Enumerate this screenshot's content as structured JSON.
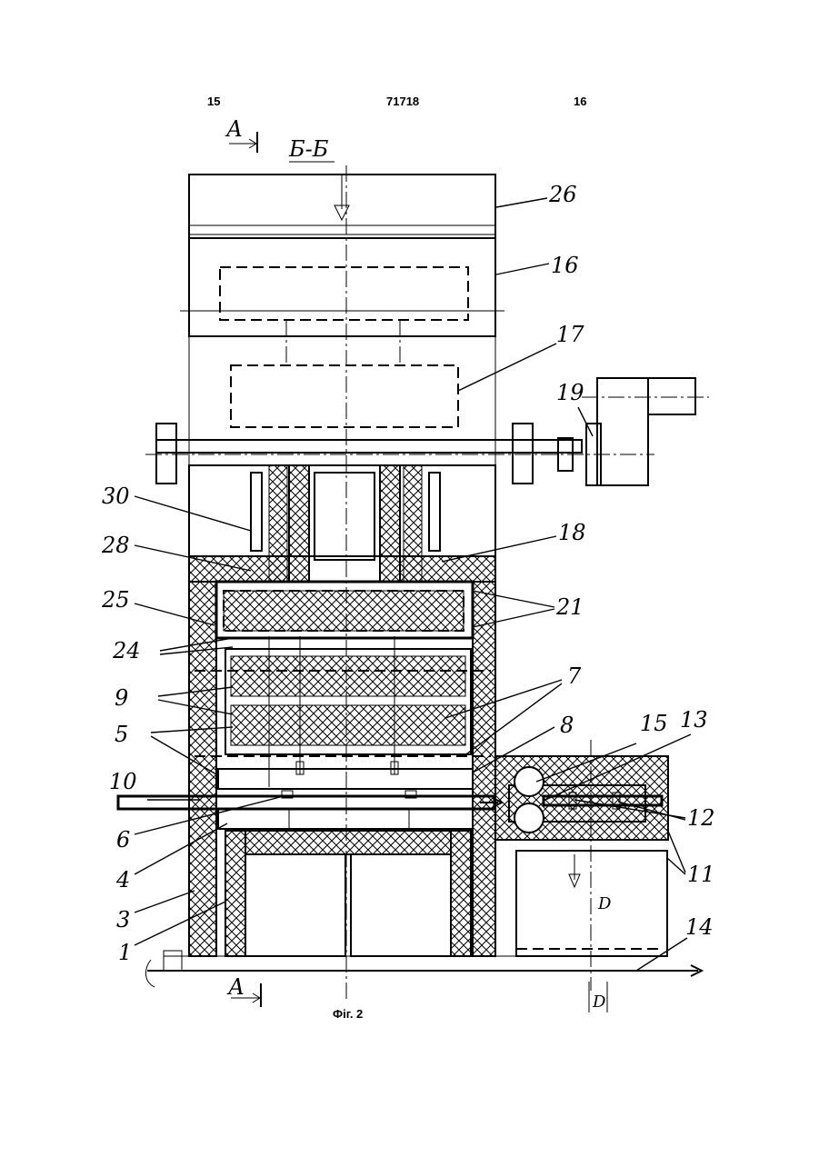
{
  "header": {
    "page_left": "15",
    "patent_number": "71718",
    "page_right": "16"
  },
  "figure": {
    "section_title": "Б-Б",
    "section_mark": "А",
    "dimension_mark": "D",
    "caption": "Фіг. 2",
    "labels": {
      "l1": "1",
      "l3": "3",
      "l4": "4",
      "l5": "5",
      "l6": "6",
      "l7": "7",
      "l8": "8",
      "l9": "9",
      "l10": "10",
      "l11": "11",
      "l12": "12",
      "l13": "13",
      "l14": "14",
      "l15": "15",
      "l16": "16",
      "l17": "17",
      "l18": "18",
      "l19": "19",
      "l21": "21",
      "l24": "24",
      "l25": "25",
      "l26": "26",
      "l28": "28",
      "l30": "30"
    }
  }
}
